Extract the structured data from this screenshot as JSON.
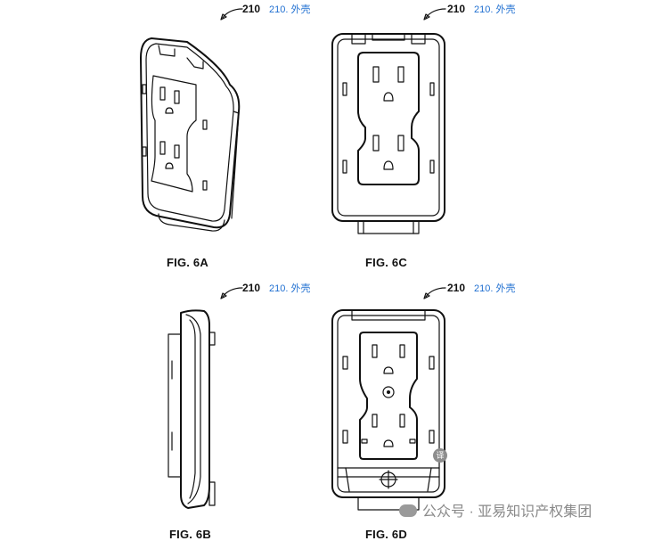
{
  "figures": [
    {
      "key": "6a",
      "label": "FIG. 6A",
      "ref": "210",
      "annotation": "210. 外壳"
    },
    {
      "key": "6b",
      "label": "FIG. 6B",
      "ref": "210",
      "annotation": "210. 外壳"
    },
    {
      "key": "6c",
      "label": "FIG. 6C",
      "ref": "210",
      "annotation": "210. 外壳"
    },
    {
      "key": "6d",
      "label": "FIG. 6D",
      "ref": "210",
      "annotation": "210. 外壳"
    }
  ],
  "watermark": {
    "text": "公众号 · 亚易知识产权集团"
  },
  "translate_badge": "译"
}
